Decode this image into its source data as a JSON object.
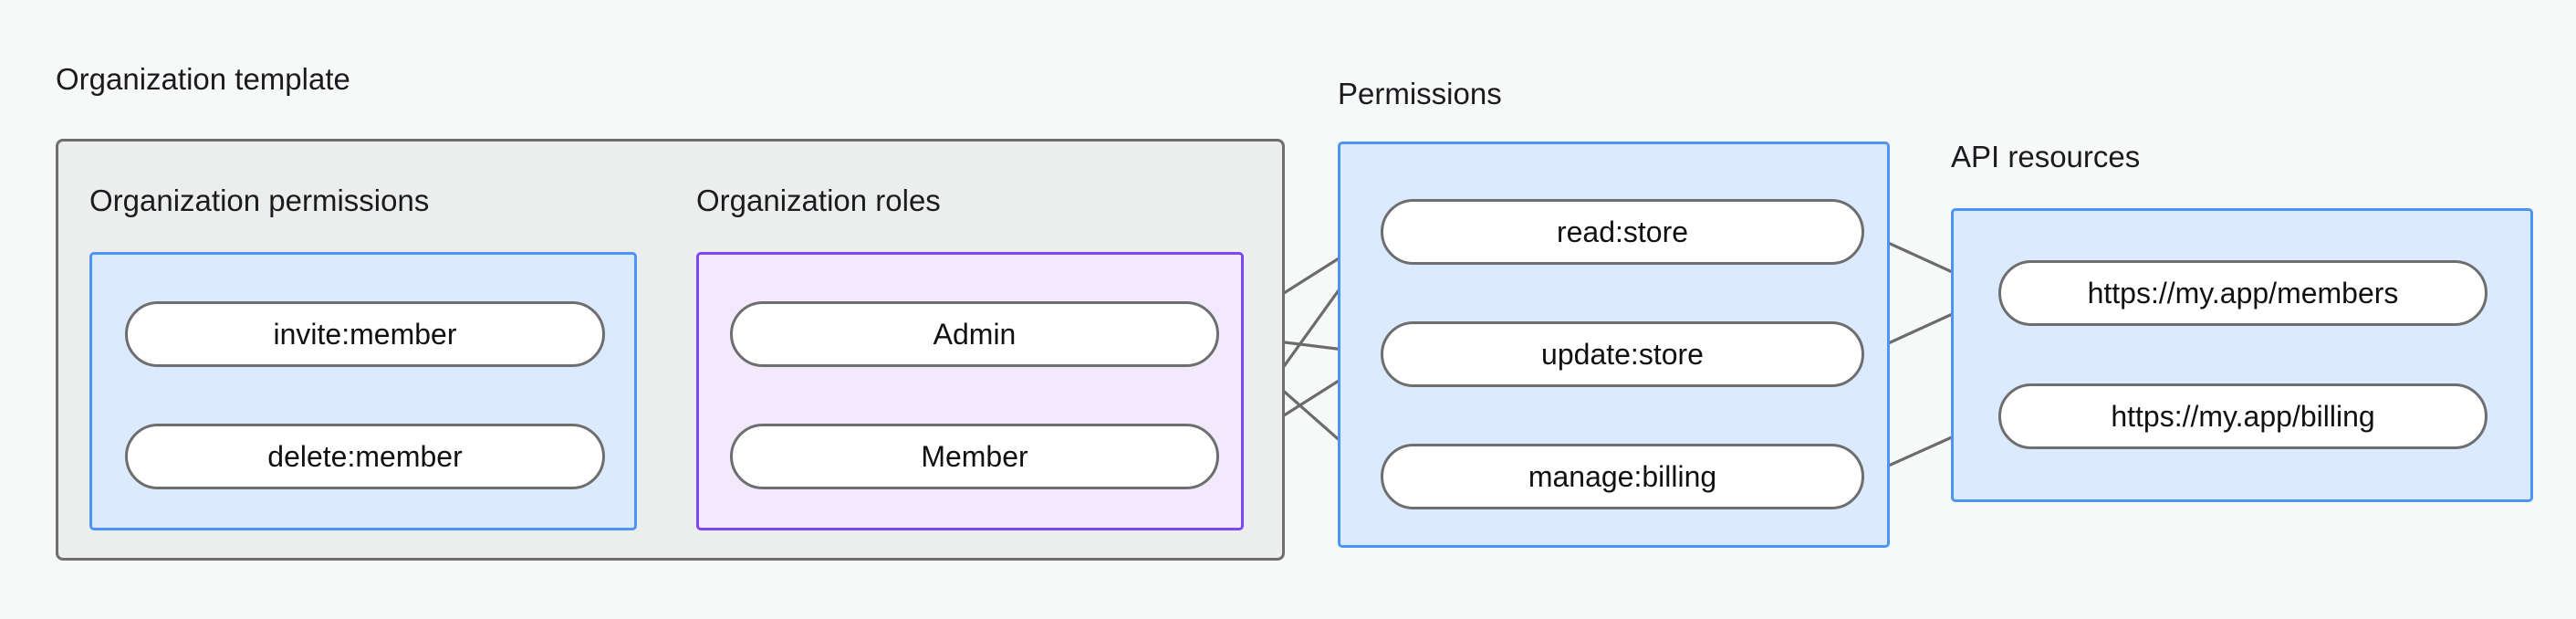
{
  "diagram": {
    "title_organization_template": "Organization template",
    "title_permissions": "Permissions",
    "title_api_resources": "API resources",
    "subtitle_organization_permissions": "Organization permissions",
    "subtitle_organization_roles": "Organization roles",
    "colors": {
      "canvas_background": "#f7f8f8",
      "outer_group_fill": "#eceded",
      "outer_group_border": "#6e6e6e",
      "blue_group_fill": "#dbeafe",
      "blue_group_border": "#4d94f7",
      "purple_group_fill": "#f2e9fd",
      "purple_group_border": "#7c46f5",
      "node_fill": "#ffffff",
      "node_border": "#6e6e6e",
      "edge_stroke": "#6b6b6b",
      "text": "#1b1b1f"
    }
  },
  "organization_permissions": {
    "nodes": [
      {
        "label": "invite:member"
      },
      {
        "label": "delete:member"
      }
    ]
  },
  "organization_roles": {
    "nodes": [
      {
        "label": "Admin"
      },
      {
        "label": "Member"
      }
    ]
  },
  "permissions": {
    "nodes": [
      {
        "label": "read:store"
      },
      {
        "label": "update:store"
      },
      {
        "label": "manage:billing"
      }
    ]
  },
  "api_resources": {
    "nodes": [
      {
        "label": "https://my.app/members"
      },
      {
        "label": "https://my.app/billing"
      }
    ]
  },
  "edges": [
    {
      "from": "invite:member",
      "to": "Admin"
    },
    {
      "from": "invite:member",
      "to": "Member"
    },
    {
      "from": "delete:member",
      "to": "Member"
    },
    {
      "from": "Admin",
      "to": "read:store"
    },
    {
      "from": "Admin",
      "to": "update:store"
    },
    {
      "from": "Admin",
      "to": "manage:billing"
    },
    {
      "from": "Member",
      "to": "read:store"
    },
    {
      "from": "Member",
      "to": "update:store"
    },
    {
      "from": "read:store",
      "to": "https://my.app/members"
    },
    {
      "from": "update:store",
      "to": "https://my.app/members"
    },
    {
      "from": "manage:billing",
      "to": "https://my.app/billing"
    }
  ]
}
